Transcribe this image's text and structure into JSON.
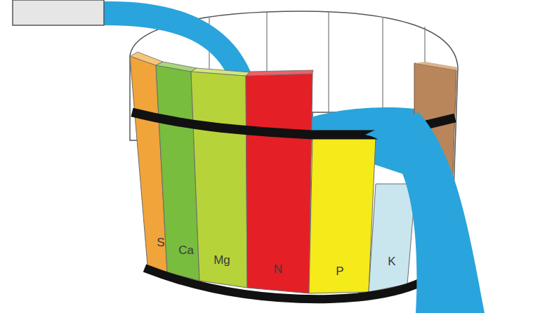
{
  "diagram": {
    "nodes": [
      {
        "text": [
          "S"
        ]
      },
      {
        "text": [
          "Ca"
        ]
      },
      {
        "text": [
          "Mg"
        ]
      },
      {
        "text": [
          "N"
        ]
      },
      {
        "text": [
          "P"
        ]
      },
      {
        "text": [
          "K"
        ]
      }
    ]
  }
}
